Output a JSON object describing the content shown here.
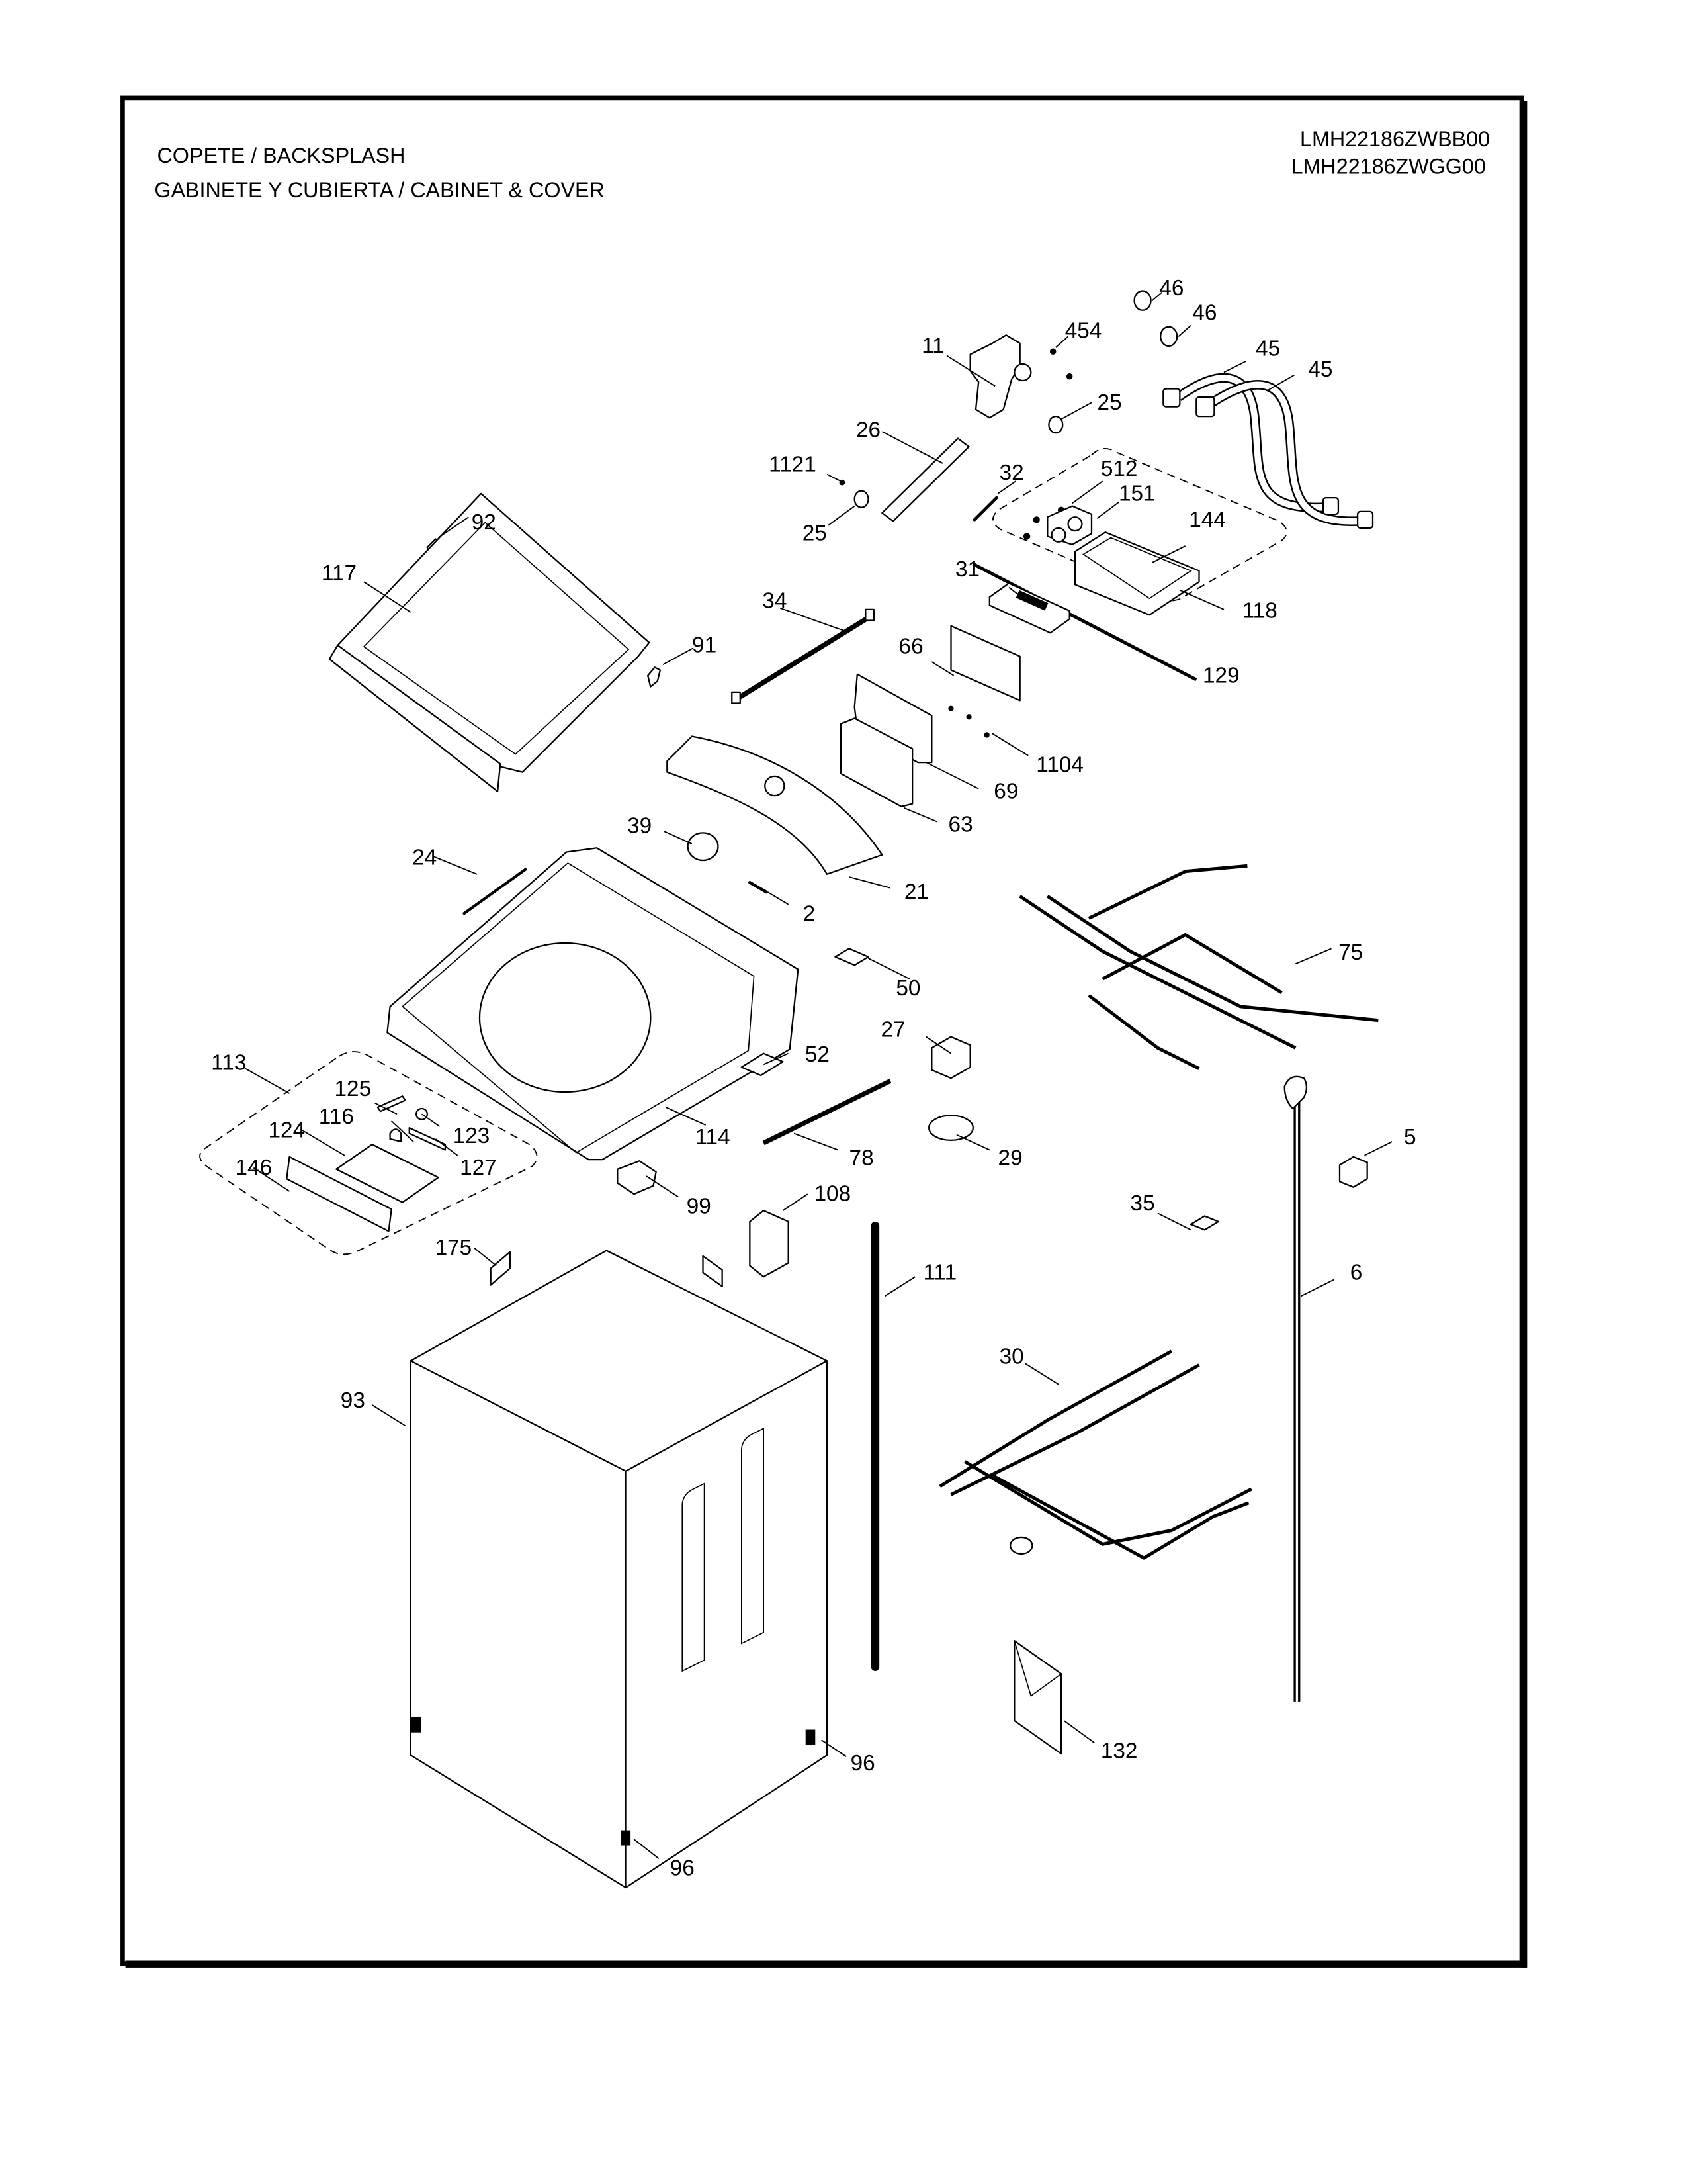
{
  "header": {
    "title_line1": "COPETE / BACKSPLASH",
    "title_line2": "GABINETE Y CUBIERTA / CABINET & COVER",
    "model_1": "LMH22186ZWBB00",
    "model_2": "LMH22186ZWGG00"
  },
  "callouts": {
    "c46a": "46",
    "c46b": "46",
    "c454": "454",
    "c11": "11",
    "c45a": "45",
    "c45b": "45",
    "c25a": "25",
    "c26": "26",
    "c1121": "1121",
    "c32": "32",
    "c512": "512",
    "c151": "151",
    "c25b": "25",
    "c144": "144",
    "c92": "92",
    "c117": "117",
    "c31": "31",
    "c118": "118",
    "c34": "34",
    "c129": "129",
    "c91": "91",
    "c66": "66",
    "c1104": "1104",
    "c69": "69",
    "c63": "63",
    "c39": "39",
    "c24": "24",
    "c21": "21",
    "c2": "2",
    "c75": "75",
    "c50": "50",
    "c27": "27",
    "c113": "113",
    "c52": "52",
    "c125": "125",
    "c116": "116",
    "c123": "123",
    "c124": "124",
    "c114": "114",
    "c127": "127",
    "c78": "78",
    "c29": "29",
    "c5": "5",
    "c146": "146",
    "c99": "99",
    "c108": "108",
    "c35": "35",
    "c175": "175",
    "c111": "111",
    "c6": "6",
    "c93": "93",
    "c30": "30",
    "c132": "132",
    "c96a": "96",
    "c96b": "96"
  }
}
